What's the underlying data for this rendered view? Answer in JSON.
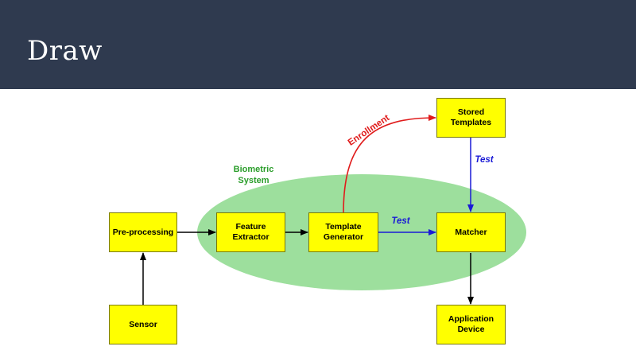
{
  "slide": {
    "title": "Draw"
  },
  "colors": {
    "header_bg": "#2f3a4f",
    "box_fill": "#ffff00",
    "ellipse_fill": "#9ddf9d",
    "enrollment": "#e01b1b",
    "test": "#1a1ad6",
    "system_label": "#2a9d2a"
  },
  "diagram": {
    "system_label": "Biometric\nSystem",
    "nodes": {
      "preprocessing": "Pre-processing",
      "sensor": "Sensor",
      "feature_extractor": "Feature\nExtractor",
      "template_generator": "Template\nGenerator",
      "matcher": "Matcher",
      "stored_templates": "Stored\nTemplates",
      "application_device": "Application\nDevice"
    },
    "edge_labels": {
      "enrollment": "Enrollment",
      "test_horizontal": "Test",
      "test_vertical": "Test"
    }
  }
}
